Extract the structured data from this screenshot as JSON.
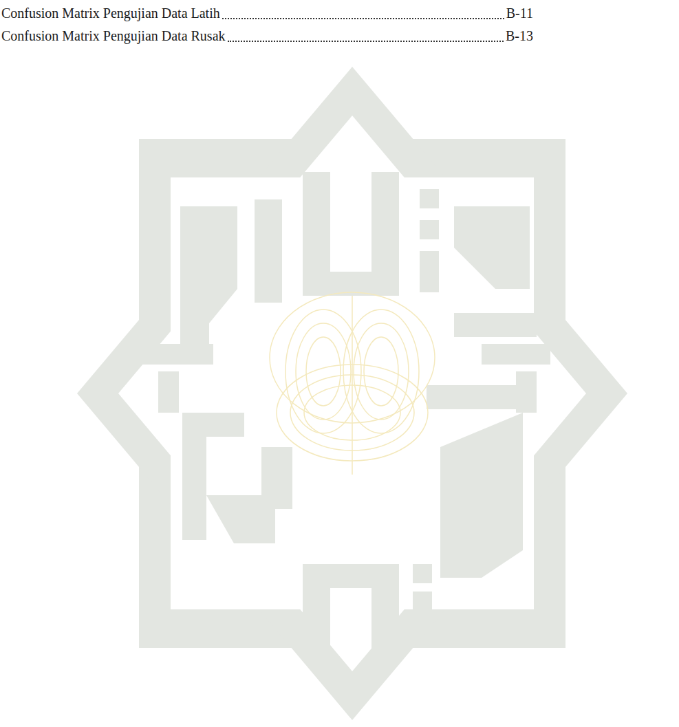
{
  "diagram": {
    "labels": [
      "Confusion Matrix Pengujian Data Latih",
      "B-11",
      "Confusion Matrix Pengujian Data Rusak",
      "B-13"
    ]
  }
}
